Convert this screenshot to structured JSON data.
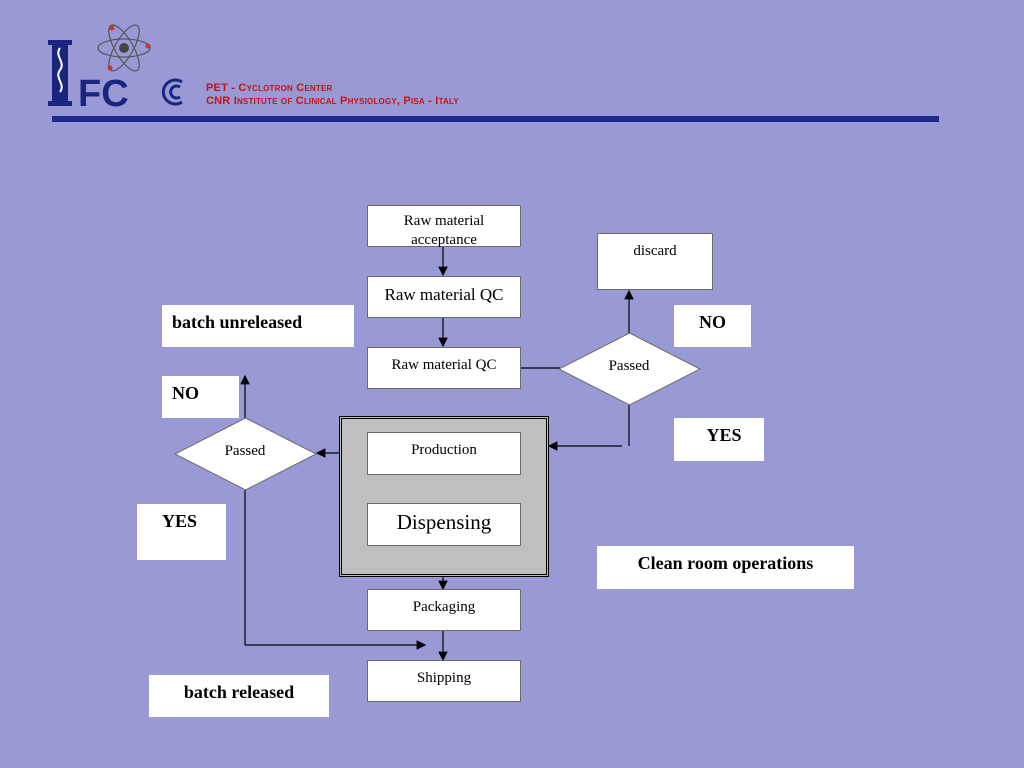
{
  "header": {
    "logo_text": "IFC",
    "line1": "PET - Cyclotron Center",
    "line2": "CNR Institute of Clinical Physiology, Pisa - Italy"
  },
  "flow": {
    "raw_material_acceptance": "Raw material acceptance",
    "raw_material_qc_1": "Raw material QC",
    "raw_material_qc_2": "Raw material QC",
    "discard": "discard",
    "passed_right": "Passed",
    "passed_left": "Passed",
    "production": "Production",
    "dispensing": "Dispensing",
    "packaging": "Packaging",
    "shipping": "Shipping"
  },
  "labels": {
    "batch_unreleased": "batch unreleased",
    "no_left": "NO",
    "yes_left": "YES",
    "no_right": "NO",
    "yes_right": "YES",
    "clean_room": "Clean room operations",
    "batch_released": "batch released"
  },
  "colors": {
    "background": "#9999D6",
    "header_rule": "#1f2a8c",
    "brand_red": "#cc1111",
    "logo_navy": "#1a2580",
    "clean_room_fill": "#bfbfbf"
  }
}
